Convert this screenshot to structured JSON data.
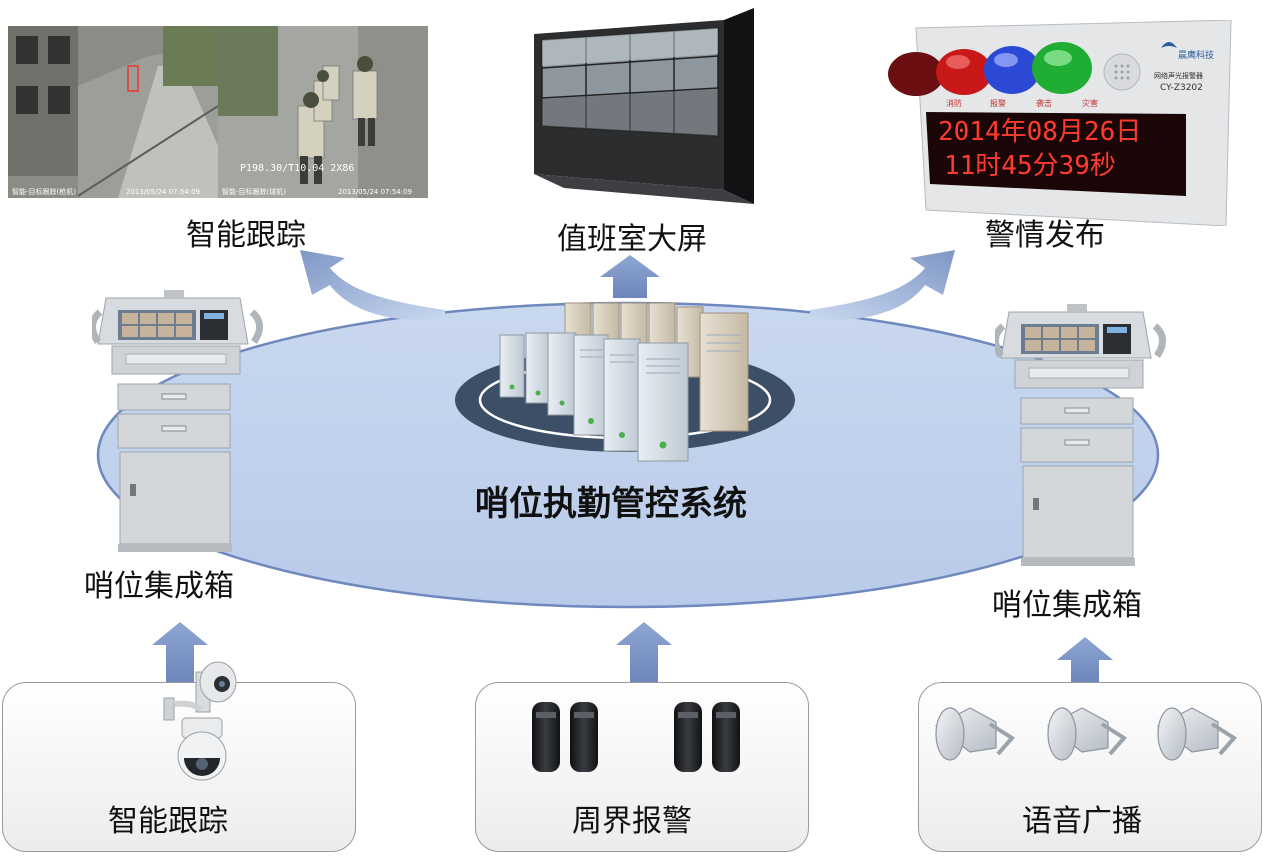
{
  "center": {
    "title": "哨位执勤管控系统"
  },
  "top": {
    "tracking_label": "智能跟踪",
    "screen_label": "值班室大屏",
    "alert_label": "警情发布"
  },
  "sides": {
    "left_box_label": "哨位集成箱",
    "right_box_label": "哨位集成箱"
  },
  "bottom": {
    "tracking_label": "智能跟踪",
    "perimeter_label": "周界报警",
    "broadcast_label": "语音广播"
  },
  "camera_photo": {
    "stamp_left": "智能-目标跟踪(枪机)",
    "date_left": "2013/05/24 07:54:09",
    "osd": "P198.30/T10.04   2X86",
    "stamp_right": "智能-目标跟踪(球机)",
    "date_right": "2013/05/24 07:54:09"
  },
  "alarm_device": {
    "led_line1": "2014年08月26日",
    "led_line2": "11时45分39秒",
    "brand": "CY-Z3202",
    "product": "网络声光报警器",
    "company": "晨鹰科技",
    "light_labels": [
      "消防",
      "报警",
      "袭击",
      "灾害"
    ]
  },
  "colors": {
    "ellipse": "#c9d8ef",
    "ellipse_border": "#6f89bf",
    "arrow": "#7f97c6",
    "led": "#ff3b2f"
  }
}
